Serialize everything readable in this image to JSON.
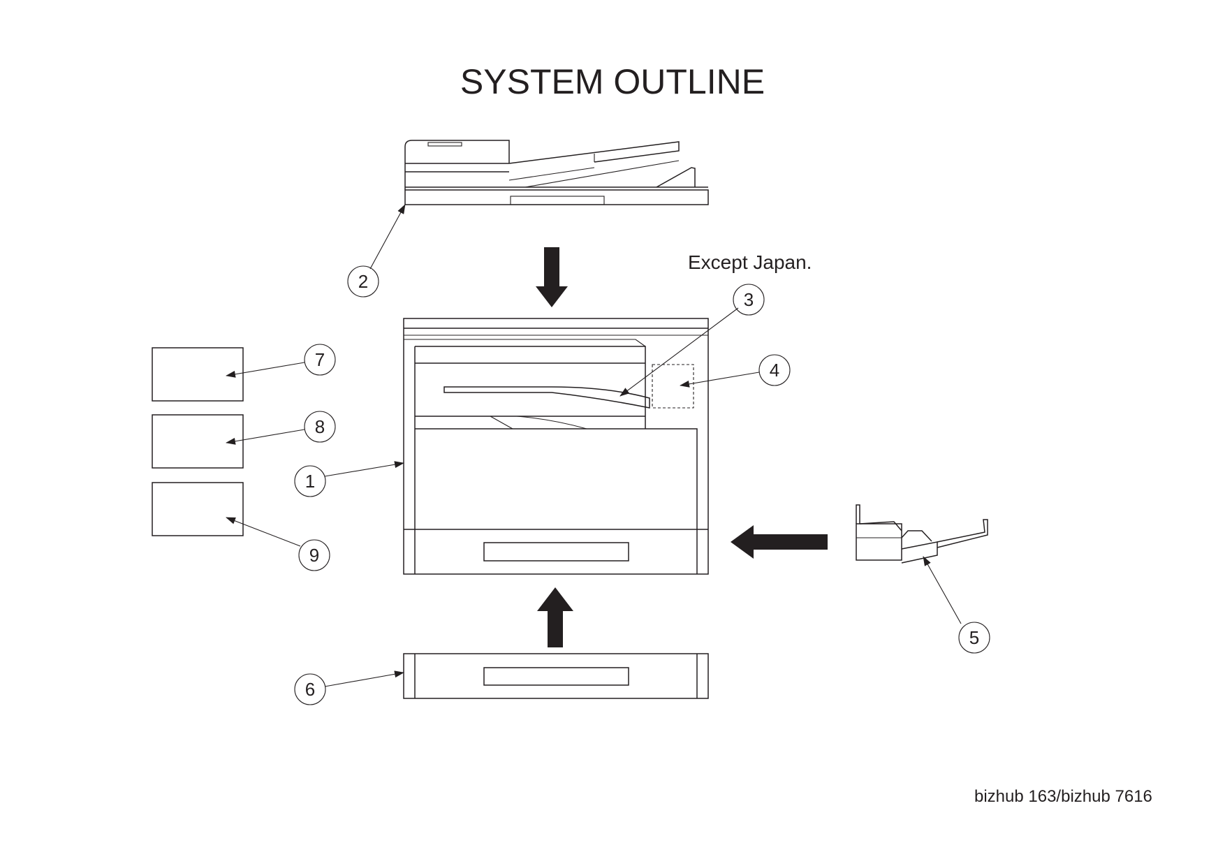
{
  "title": "SYSTEM OUTLINE",
  "note": "Except Japan.",
  "model": "bizhub 163/bizhub 7616",
  "callouts": [
    {
      "id": "1",
      "label": "1"
    },
    {
      "id": "2",
      "label": "2"
    },
    {
      "id": "3",
      "label": "3"
    },
    {
      "id": "4",
      "label": "4"
    },
    {
      "id": "5",
      "label": "5"
    },
    {
      "id": "6",
      "label": "6"
    },
    {
      "id": "7",
      "label": "7"
    },
    {
      "id": "8",
      "label": "8"
    },
    {
      "id": "9",
      "label": "9"
    }
  ],
  "colors": {
    "line": "#231f20",
    "background": "#ffffff"
  }
}
